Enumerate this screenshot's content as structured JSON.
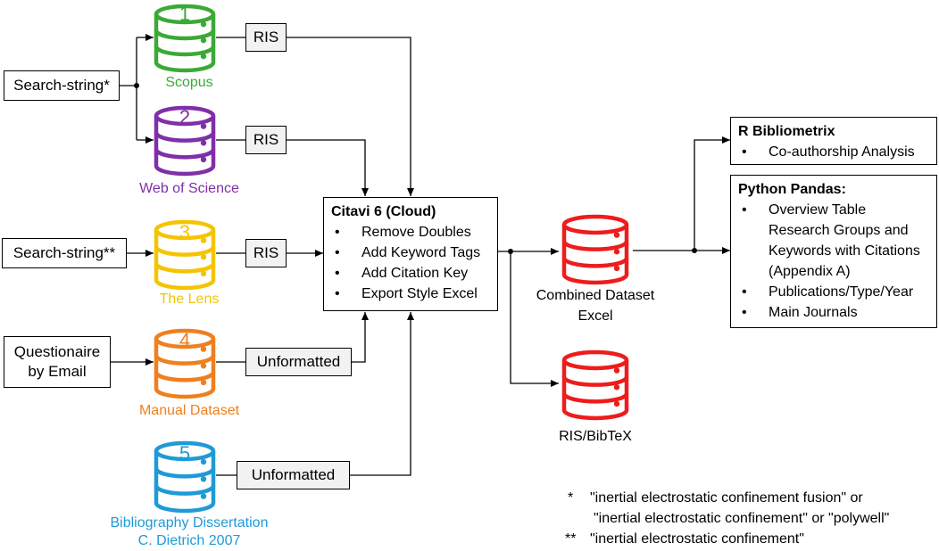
{
  "inputs": {
    "search1": "Search-string*",
    "search2": "Search-string**",
    "questionnaire": [
      "Questionaire",
      "by Email"
    ]
  },
  "sources": [
    {
      "num": "1",
      "label": "Scopus",
      "color": "#3aaa35"
    },
    {
      "num": "2",
      "label": "Web of Science",
      "color": "#7f2fa8"
    },
    {
      "num": "3",
      "label": "The Lens",
      "color": "#f5c400"
    },
    {
      "num": "4",
      "label": "Manual Dataset",
      "color": "#f07f1e"
    },
    {
      "num": "5",
      "label": [
        "Bibliography Dissertation",
        "C. Dietrich 2007"
      ],
      "color": "#1f9ad6"
    }
  ],
  "formats": [
    "RIS",
    "RIS",
    "RIS",
    "Unformatted",
    "Unformatted"
  ],
  "citavi": {
    "title": "Citavi 6 (Cloud)",
    "items": [
      "Remove Doubles",
      "Add Keyword Tags",
      "Add Citation Key",
      "Export Style Excel"
    ]
  },
  "outputs": {
    "combined": [
      "Combined Dataset",
      "Excel"
    ],
    "ris_bibtex": "RIS/BibTeX",
    "db_color": "#ee1c1c"
  },
  "r_box": {
    "title": "R Bibliometrix",
    "items": [
      "Co-authorship Analysis"
    ]
  },
  "python_box": {
    "title": "Python Pandas:",
    "items": [
      "Overview Table Research Groups and Keywords with Citations (Appendix A)",
      "Publications/Type/Year",
      "Main Journals"
    ]
  },
  "footnotes": [
    {
      "mark": "*",
      "text": "\"inertial electrostatic confinement fusion\" or"
    },
    {
      "mark": "",
      "text": "\"inertial electrostatic confinement\" or \"polywell\""
    },
    {
      "mark": "**",
      "text": "\"inertial electrostatic confinement\""
    }
  ]
}
